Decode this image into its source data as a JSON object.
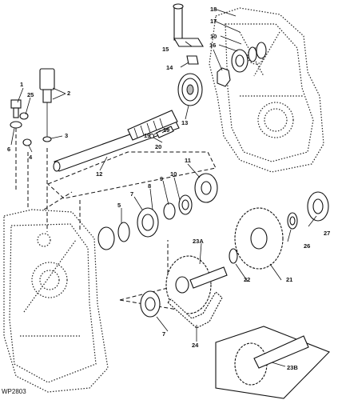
{
  "drawing_id": "WP2803",
  "callouts": [
    "1",
    "2",
    "3",
    "4",
    "5",
    "6",
    "7",
    "7",
    "8",
    "9",
    "10",
    "10",
    "11",
    "12",
    "13",
    "14",
    "15",
    "16",
    "17",
    "18",
    "19",
    "19",
    "20",
    "21",
    "22",
    "23A",
    "23B",
    "24",
    "25",
    "26",
    "27"
  ]
}
